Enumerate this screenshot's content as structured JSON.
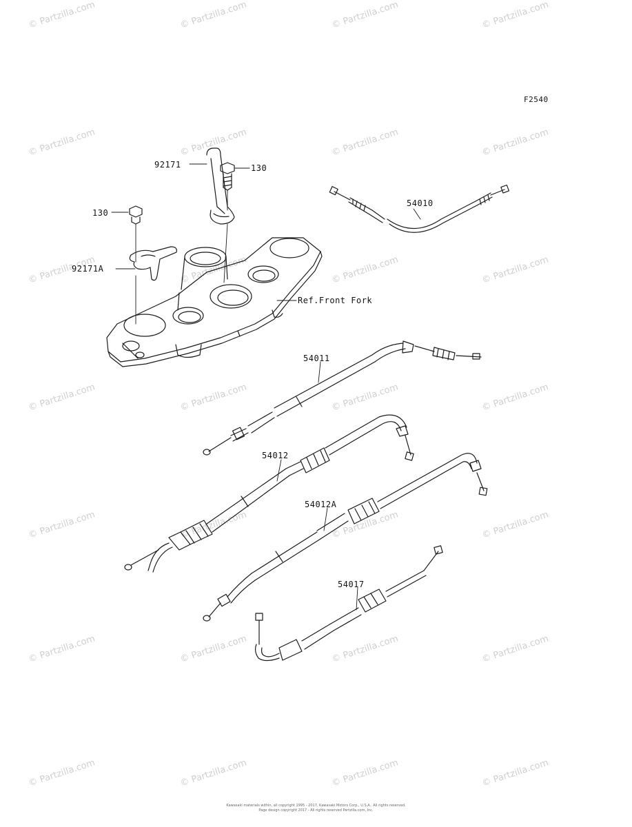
{
  "figure_code": "F2540",
  "watermark_text": "© Partzilla.com",
  "parts": {
    "p92171": "92171",
    "p130_top": "130",
    "p54010": "54010",
    "p130_left": "130",
    "p92171A": "92171A",
    "ref_front_fork": "Ref.Front Fork",
    "p54011": "54011",
    "p54012": "54012",
    "p54012A": "54012A",
    "p54017": "54017"
  },
  "copyright": {
    "line1": "Kawasaki materials within, all copyright 1995 - 2017, Kawasaki Motors Corp., U.S.A.. All rights reserved.",
    "line2": "Page design copyright 2017 - All rights reserved Partzilla.com, Inc."
  },
  "colors": {
    "line": "#1a1a1a",
    "watermark": "#cfcfcf",
    "background": "#ffffff"
  }
}
